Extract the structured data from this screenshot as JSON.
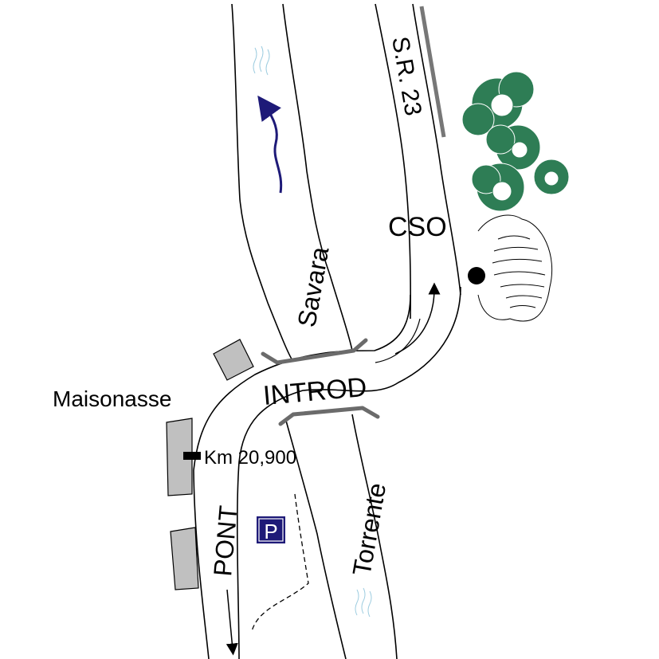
{
  "map": {
    "labels": {
      "road": "S.R. 23",
      "destination": "CSO",
      "river": "Savara",
      "bridge": "INTROD",
      "hamlet": "Maisonasse",
      "kilometre": "Km 20,900",
      "origin": "PONT",
      "stream": "Torrente",
      "parking": "P"
    },
    "colors": {
      "line": "#000000",
      "bridge": "#6b6b6b",
      "roadside_bar": "#777777",
      "building": "#c0c0c0",
      "water_arrow": "#1e1a78",
      "parking": "#1e1a78",
      "tree": "#2e7d55",
      "water_ripple": "#9ecde0"
    },
    "icons": [
      "flow-arrow-icon",
      "direction-arrow-icon",
      "parking-icon",
      "tree-icon",
      "viewpoint-icon"
    ]
  }
}
